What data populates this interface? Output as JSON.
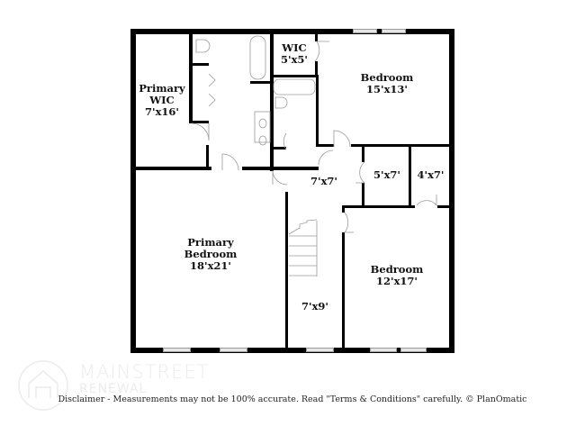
{
  "rooms": [
    {
      "id": "primary-wic",
      "name_lines": [
        "Primary",
        "WIC"
      ],
      "size": "7'x16'"
    },
    {
      "id": "wic",
      "name_lines": [
        "WIC"
      ],
      "size": "5'x5'"
    },
    {
      "id": "bedroom-1",
      "name_lines": [
        "Bedroom"
      ],
      "size": "15'x13'"
    },
    {
      "id": "hall-7x7",
      "name_lines": [],
      "size": "7'x7'"
    },
    {
      "id": "closet-5x7",
      "name_lines": [],
      "size": "5'x7'"
    },
    {
      "id": "closet-4x7",
      "name_lines": [],
      "size": "4'x7'"
    },
    {
      "id": "primary-bedroom",
      "name_lines": [
        "Primary",
        "Bedroom"
      ],
      "size": "18'x21'"
    },
    {
      "id": "bedroom-2",
      "name_lines": [
        "Bedroom"
      ],
      "size": "12'x17'"
    },
    {
      "id": "hall-7x9",
      "name_lines": [],
      "size": "7'x9'"
    }
  ],
  "watermark": {
    "line1": "MAINSTREET",
    "line2": "RENEWAL"
  },
  "disclaimer": "Disclaimer - Measurements may not be 100% accurate. Read \"Terms & Conditions\" carefully. © PlanOmatic",
  "colors": {
    "wall": "#000000",
    "window": "#e6e6e6",
    "fixture": "#9a9a9a",
    "watermark": "#ececec"
  }
}
